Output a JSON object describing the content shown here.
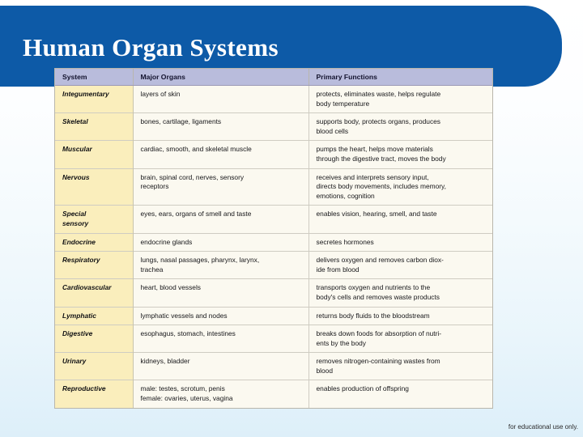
{
  "slide": {
    "title": "Human Organ Systems",
    "footer_note": "for educational use only.",
    "banner_color": "#0d5aa7",
    "header_row_color": "#b9bcdc",
    "system_column_color": "#faeebc",
    "table_body_color": "#fbf9f0"
  },
  "table": {
    "columns": [
      {
        "label": "System"
      },
      {
        "label": "Major Organs"
      },
      {
        "label": "Primary Functions"
      }
    ],
    "rows": [
      {
        "system": "Integumentary",
        "organs": [
          "layers of skin"
        ],
        "functions": [
          "protects, eliminates waste, helps regulate",
          "body temperature"
        ]
      },
      {
        "system": "Skeletal",
        "organs": [
          "bones, cartilage, ligaments"
        ],
        "functions": [
          "supports body, protects organs, produces",
          "blood cells"
        ]
      },
      {
        "system": "Muscular",
        "organs": [
          "cardiac, smooth, and skeletal muscle"
        ],
        "functions": [
          "pumps the heart, helps move materials",
          "through the digestive tract, moves the body"
        ]
      },
      {
        "system": "Nervous",
        "organs": [
          "brain, spinal cord, nerves, sensory",
          "receptors"
        ],
        "functions": [
          "receives and interprets sensory input,",
          "directs body movements, includes memory,",
          "emotions, cognition"
        ]
      },
      {
        "system": "Special sensory",
        "system_lines": [
          "Special",
          "sensory"
        ],
        "organs": [
          "eyes, ears, organs of smell and taste"
        ],
        "functions": [
          "enables vision, hearing, smell, and taste"
        ]
      },
      {
        "system": "Endocrine",
        "organs": [
          "endocrine glands"
        ],
        "functions": [
          "secretes hormones"
        ]
      },
      {
        "system": "Respiratory",
        "organs": [
          "lungs, nasal passages, pharynx, larynx,",
          "trachea"
        ],
        "functions": [
          "delivers oxygen and removes carbon diox-",
          "ide from blood"
        ]
      },
      {
        "system": "Cardiovascular",
        "organs": [
          "heart, blood vessels"
        ],
        "functions": [
          "transports oxygen and nutrients to the",
          "body's cells and removes waste products"
        ]
      },
      {
        "system": "Lymphatic",
        "organs": [
          "lymphatic vessels and nodes"
        ],
        "functions": [
          "returns body fluids to the bloodstream"
        ]
      },
      {
        "system": "Digestive",
        "organs": [
          "esophagus, stomach, intestines"
        ],
        "functions": [
          "breaks down foods for absorption of nutri-",
          "ents by the body"
        ]
      },
      {
        "system": "Urinary",
        "organs": [
          "kidneys, bladder"
        ],
        "functions": [
          "removes nitrogen-containing wastes from",
          "blood"
        ]
      },
      {
        "system": "Reproductive",
        "organs": [
          "male: testes, scrotum, penis",
          "female: ovaries, uterus, vagina"
        ],
        "functions": [
          "enables production of offspring"
        ]
      }
    ]
  }
}
